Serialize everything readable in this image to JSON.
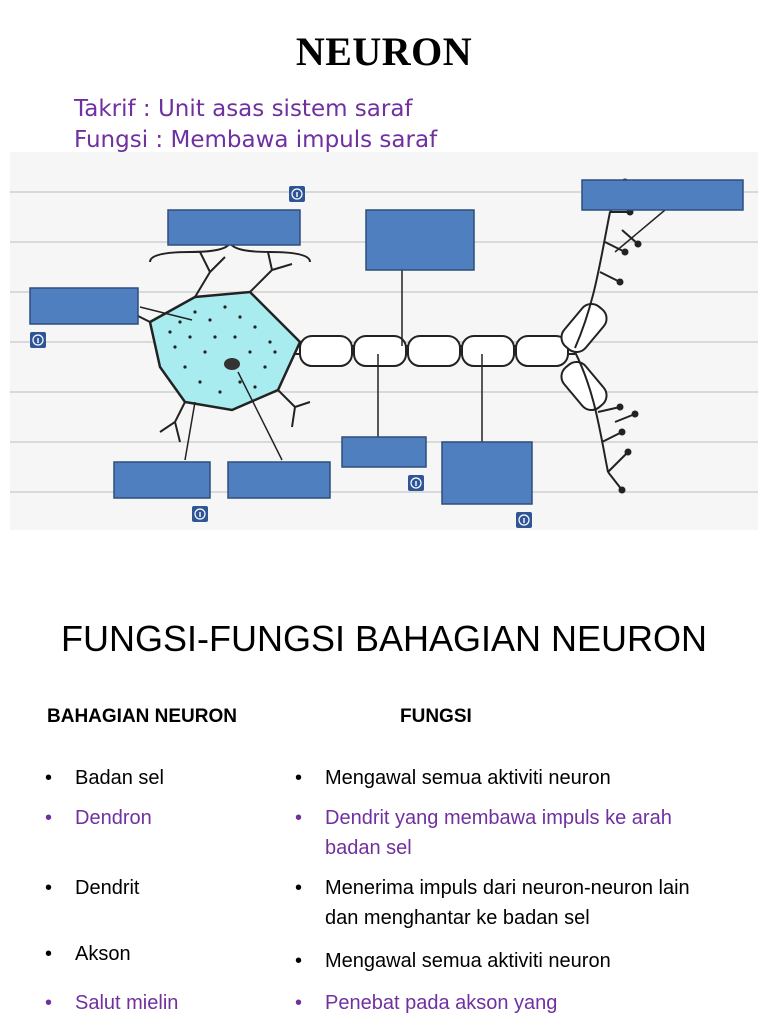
{
  "page": {
    "title": "NEURON",
    "definition": "Takrif : Unit asas sistem saraf",
    "function": "Fungsi : Membawa impuls saraf"
  },
  "diagram": {
    "label_box_color": "#4f7fbf",
    "label_box_border": "#2f4f7f",
    "cell_fill": "#a8ecf0",
    "info_icon": "info-icon"
  },
  "functions_section": {
    "heading": "FUNGSI-FUNGSI BAHAGIAN NEURON",
    "col_part": "BAHAGIAN NEURON",
    "col_function": "FUNGSI",
    "bullet": "•",
    "rows": [
      {
        "part": "Badan sel",
        "function": "Mengawal semua aktiviti neuron",
        "color": "#000000"
      },
      {
        "part": "Dendron",
        "function": "Dendrit yang membawa impuls ke arah badan sel",
        "color": "#7030a0"
      },
      {
        "part": "Dendrit",
        "function": "Menerima impuls dari neuron-neuron lain dan menghantar ke badan sel",
        "color": "#000000"
      },
      {
        "part": "Akson",
        "function": "Mengawal semua aktiviti neuron",
        "color": "#000000"
      },
      {
        "part": "Salut mielin",
        "function": "Penebat pada akson yang",
        "color": "#7030a0"
      }
    ]
  }
}
